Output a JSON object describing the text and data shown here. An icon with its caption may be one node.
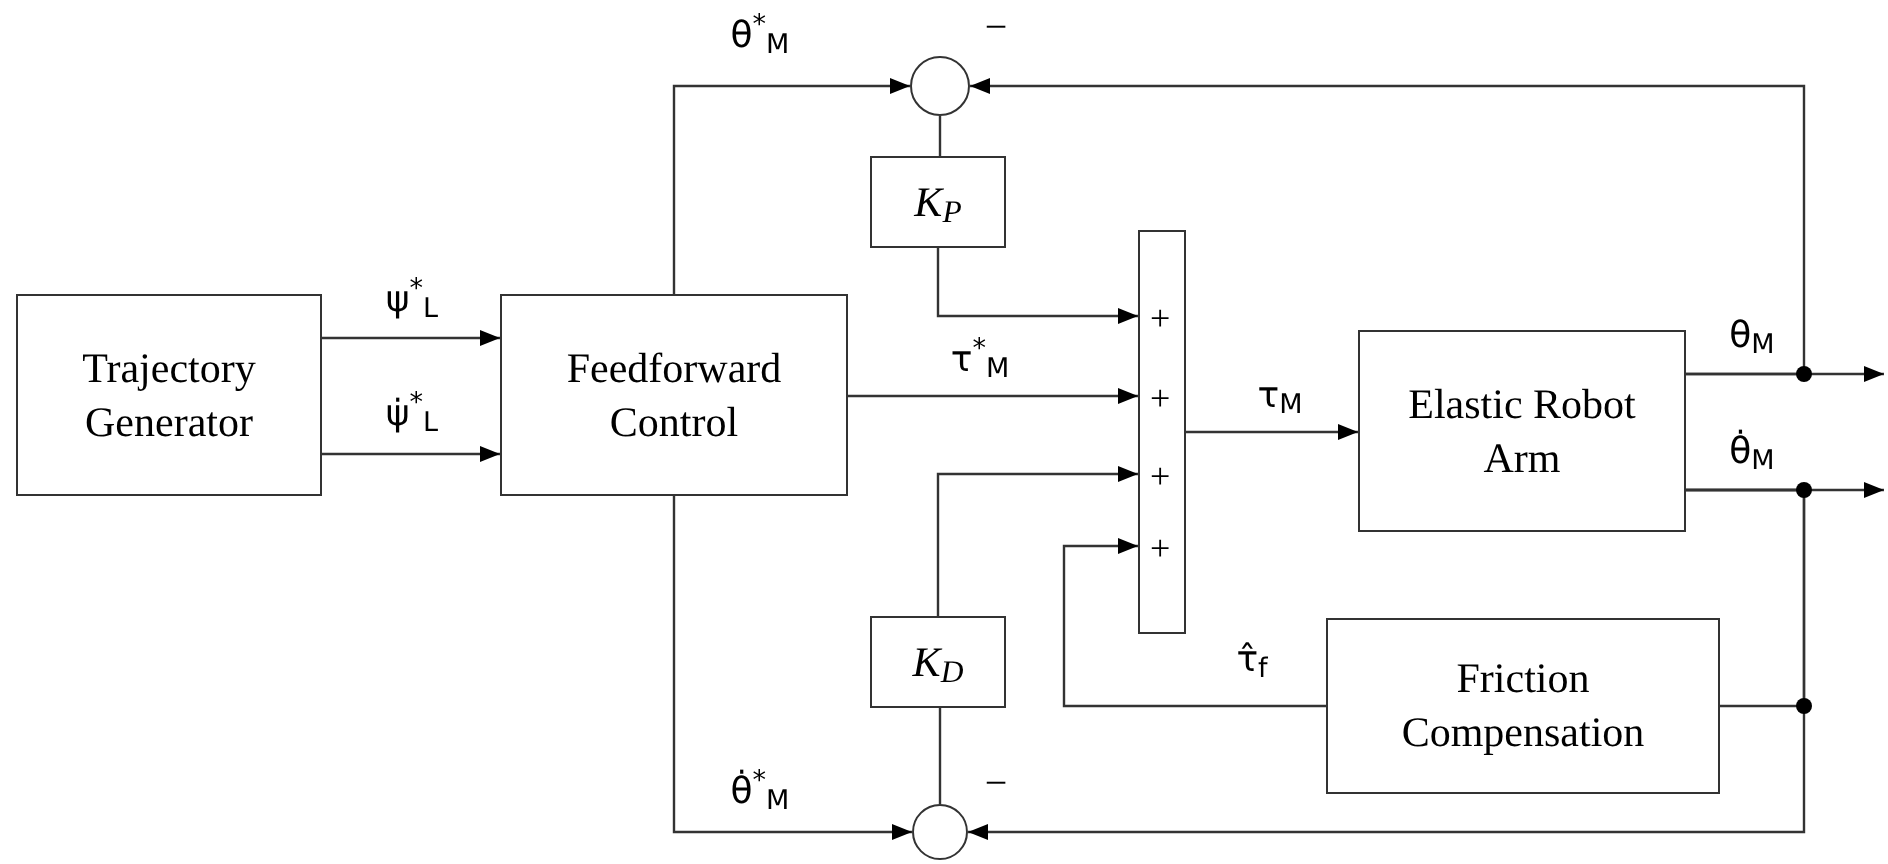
{
  "diagram": {
    "nodes": [
      {
        "text": [
          "Trajectory Generator"
        ]
      },
      {
        "text": [
          "Feedforward Control"
        ]
      },
      {
        "text": [],
        "shape": "circle"
      },
      {
        "text": [
          "K$_{P}$"
        ]
      },
      {
        "text": [
          "+",
          "+",
          "+",
          "+"
        ]
      },
      {
        "text": [
          "Elastic Robot Arm"
        ]
      },
      {
        "text": [
          "K$_{D}$"
        ]
      },
      {
        "text": [
          "Friction Compensation"
        ]
      },
      {
        "text": [],
        "shape": "circle"
      }
    ],
    "edges": [
      {
        "from": 0,
        "to": 1,
        "arrow": "to",
        "label": "ψ$^{*}$$_{L}$"
      },
      {
        "from": 0,
        "to": 1,
        "arrow": "to",
        "label": "ψ̇$^{*}$$_{L}$"
      },
      {
        "from": 1,
        "to": 2,
        "arrow": "to",
        "label": "θ$^{*}$$_{M}$"
      },
      {
        "from": 2,
        "to": 3,
        "arrow": "none"
      },
      {
        "from": 3,
        "to": 4,
        "arrow": "to"
      },
      {
        "from": 1,
        "to": 4,
        "arrow": "to",
        "label": "τ$^{*}$$_{M}$"
      },
      {
        "from": 6,
        "to": 4,
        "arrow": "to"
      },
      {
        "from": 7,
        "to": 4,
        "arrow": "to",
        "label": "τ̂$_{f}$"
      },
      {
        "from": 4,
        "to": 5,
        "arrow": "to",
        "label": "τ$_{M}$"
      },
      {
        "from": 8,
        "to": 6,
        "arrow": "none"
      },
      {
        "from": 1,
        "to": 8,
        "arrow": "to",
        "label": "θ̇$^{*}$$_{M}$"
      },
      {
        "from": 5,
        "to": null,
        "arrow": "to",
        "label": "θ$_{M}$"
      },
      {
        "from": 5,
        "to": null,
        "arrow": "to",
        "label": "θ̇$_{M}$"
      },
      {
        "from": 5,
        "to": 2,
        "arrow": "to"
      },
      {
        "from": 5,
        "to": 7,
        "arrow": "none"
      },
      {
        "from": 5,
        "to": 8,
        "arrow": "to"
      }
    ],
    "labels": [
      "−",
      "−"
    ]
  }
}
